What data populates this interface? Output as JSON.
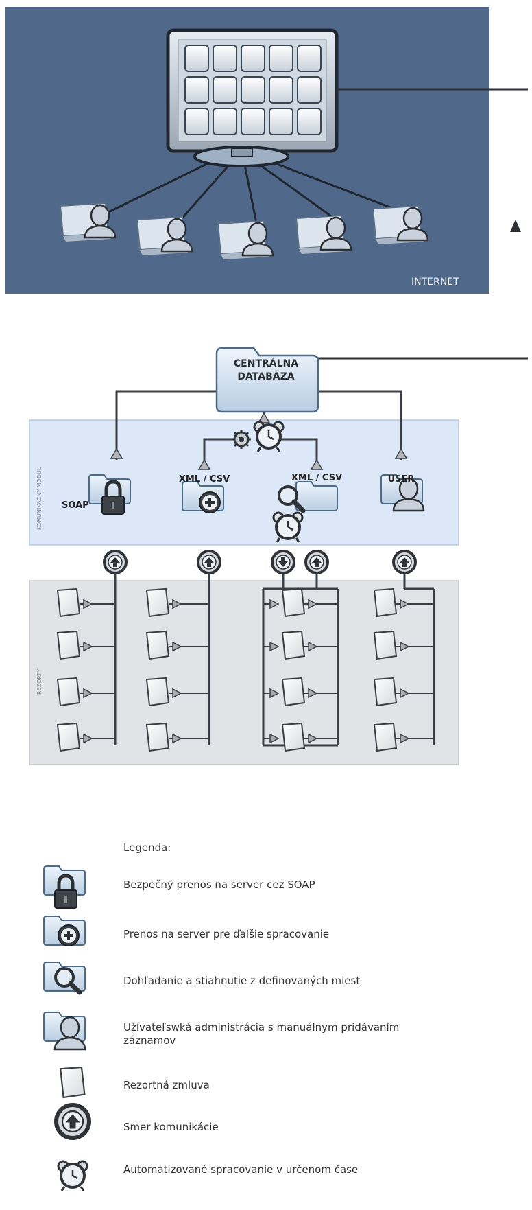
{
  "internet_panel": {
    "label": "INTERNET"
  },
  "central_db": {
    "line1": "CENTRÁLNA",
    "line2": "DATABÁZA"
  },
  "comm_module": {
    "label": "KOMUNIKAČNÝ MODUL"
  },
  "rezorty_zone": {
    "label": "REZORTY"
  },
  "channels": [
    {
      "label": "SOAP",
      "icon": "lock-folder-icon"
    },
    {
      "label": "XML / CSV",
      "icon": "plus-folder-icon"
    },
    {
      "label": "XML / CSV",
      "icon": "search-folder-icon"
    },
    {
      "label": "USER",
      "icon": "user-folder-icon"
    }
  ],
  "legend": {
    "title": "Legenda:",
    "items": [
      {
        "icon": "lock-folder-icon",
        "text": "Bezpečný prenos na server cez SOAP"
      },
      {
        "icon": "plus-folder-icon",
        "text": "Prenos na server pre ďalšie spracovanie"
      },
      {
        "icon": "search-folder-icon",
        "text": "Dohľadanie a stiahnutie z definovaných miest"
      },
      {
        "icon": "user-folder-icon",
        "text": "Užívateľswká administrácia s manuálnym pridávaním záznamov"
      },
      {
        "icon": "document-icon",
        "text": "Rezortná zmluva"
      },
      {
        "icon": "arrow-circle-icon",
        "text": "Smer komunikácie"
      },
      {
        "icon": "alarm-clock-icon",
        "text": "Automatizované spracovanie v určenom čase"
      }
    ]
  },
  "colors": {
    "internet_bg": "#50698a",
    "module_bg": "#dce8f7",
    "rezorty_bg": "#e2e3e6",
    "line": "#3b3f45",
    "arrow": "#a9acb1"
  }
}
